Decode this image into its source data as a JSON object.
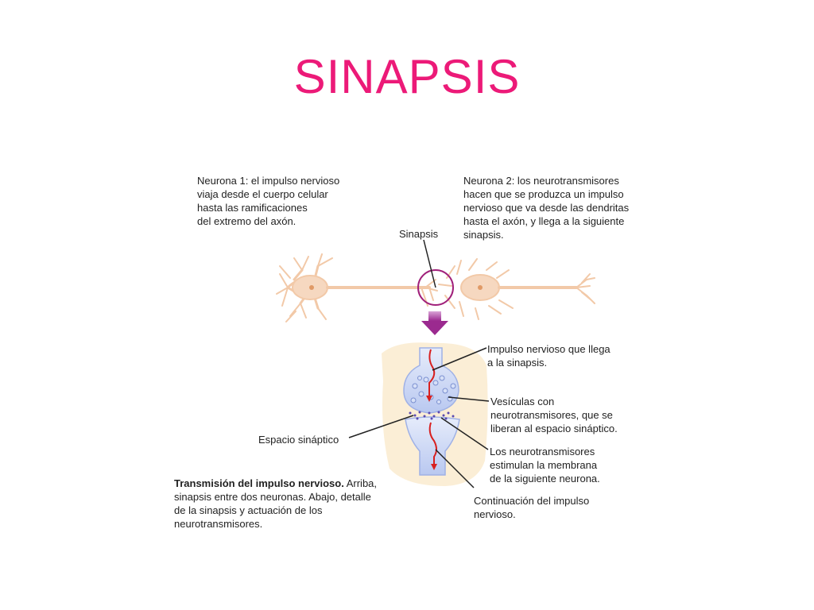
{
  "title": "SINAPSIS",
  "neuron1": {
    "lines": [
      "Neurona 1: el impulso nervioso",
      "viaja desde el cuerpo celular",
      "hasta las ramificaciones",
      "del extremo del axón."
    ]
  },
  "neuron2": {
    "lines": [
      "Neurona 2: los neurotransmisores",
      "hacen que se produzca un impulso",
      "nervioso que va desde las dendritas",
      "hasta el axón, y llega a la siguiente",
      "sinapsis."
    ]
  },
  "synapse_label": "Sinapsis",
  "impulse": {
    "lines": [
      "Impulso nervioso que llega",
      "a la sinapsis."
    ]
  },
  "vesicles": {
    "lines": [
      "Vesículas con",
      "neurotransmisores, que se",
      "liberan al espacio sináptico."
    ]
  },
  "cleft_label": "Espacio sináptico",
  "neurotransmitters": {
    "lines": [
      "Los neurotransmisores",
      "estimulan la membrana",
      "de la siguiente neurona."
    ]
  },
  "continuation": {
    "lines": [
      "Continuación del impulso",
      "nervioso."
    ]
  },
  "caption": {
    "bold": "Transmisión del impulso nervioso.",
    "line1_rest": " Arriba,",
    "lines": [
      "sinapsis entre dos neuronas. Abajo, detalle",
      "de la sinapsis y actuación de los",
      "neurotransmisores."
    ]
  },
  "colors": {
    "title": "#ec1a78",
    "neuron": "#f2c9a8",
    "circle": "#a0207a",
    "arrow": "#b03a9e",
    "impulse": "#d82020",
    "vesicle_fill": "#c9d4f2",
    "background_blob": "#fbeed6"
  }
}
